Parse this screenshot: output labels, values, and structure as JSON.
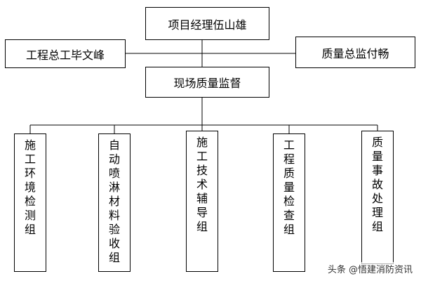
{
  "org_chart": {
    "top": "项目经理伍山雄",
    "left": "工程总工毕文峰",
    "right": "质量总监付畅",
    "middle": "现场质量监督",
    "groups": [
      "施工环境检测组",
      "自动喷淋材料验收组",
      "施工技术辅导组",
      "工程质量检查组",
      "质量事故处理组"
    ]
  },
  "watermark": "头条 @悟建消防资讯"
}
